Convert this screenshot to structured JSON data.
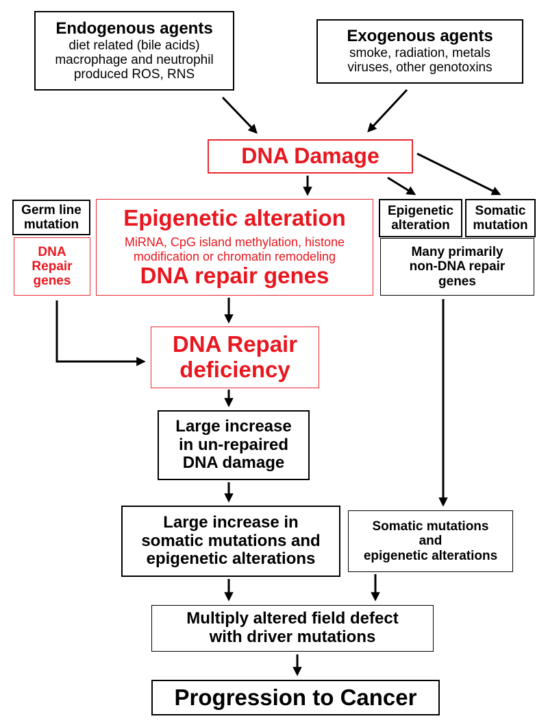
{
  "endogenous": {
    "title": "Endogenous agents",
    "lines": [
      "diet related (bile acids)",
      "macrophage and neutrophil",
      "produced ROS, RNS"
    ]
  },
  "exogenous": {
    "title": "Exogenous agents",
    "lines": [
      "smoke, radiation, metals",
      "viruses, other genotoxins"
    ]
  },
  "dna_damage": "DNA Damage",
  "germ_line": [
    "Germ line",
    "mutation"
  ],
  "dna_repair_genes_left": [
    "DNA",
    "Repair",
    "genes"
  ],
  "epigenetic_main": {
    "title": "Epigenetic alteration",
    "lines": [
      "MiRNA, CpG island methylation, histone",
      "modification or chromatin remodeling"
    ],
    "footer": "DNA repair genes"
  },
  "epigenetic_small": [
    "Epigenetic",
    "alteration"
  ],
  "somatic_small": [
    "Somatic",
    "mutation"
  ],
  "many_primarily": [
    "Many primarily",
    "non-DNA repair",
    "genes"
  ],
  "repair_deficiency": [
    "DNA Repair",
    "deficiency"
  ],
  "large_unrepaired": [
    "Large increase",
    "in un-repaired",
    "DNA damage"
  ],
  "large_somatic": [
    "Large increase in",
    "somatic mutations and",
    "epigenetic alterations"
  ],
  "somatic_epigenetic": [
    "Somatic mutations",
    "and",
    "epigenetic alterations"
  ],
  "field_defect": [
    "Multiply altered field defect",
    "with driver mutations"
  ],
  "progression": "Progression to Cancer",
  "colors": {
    "red": "#e8171f",
    "black": "#000000"
  }
}
